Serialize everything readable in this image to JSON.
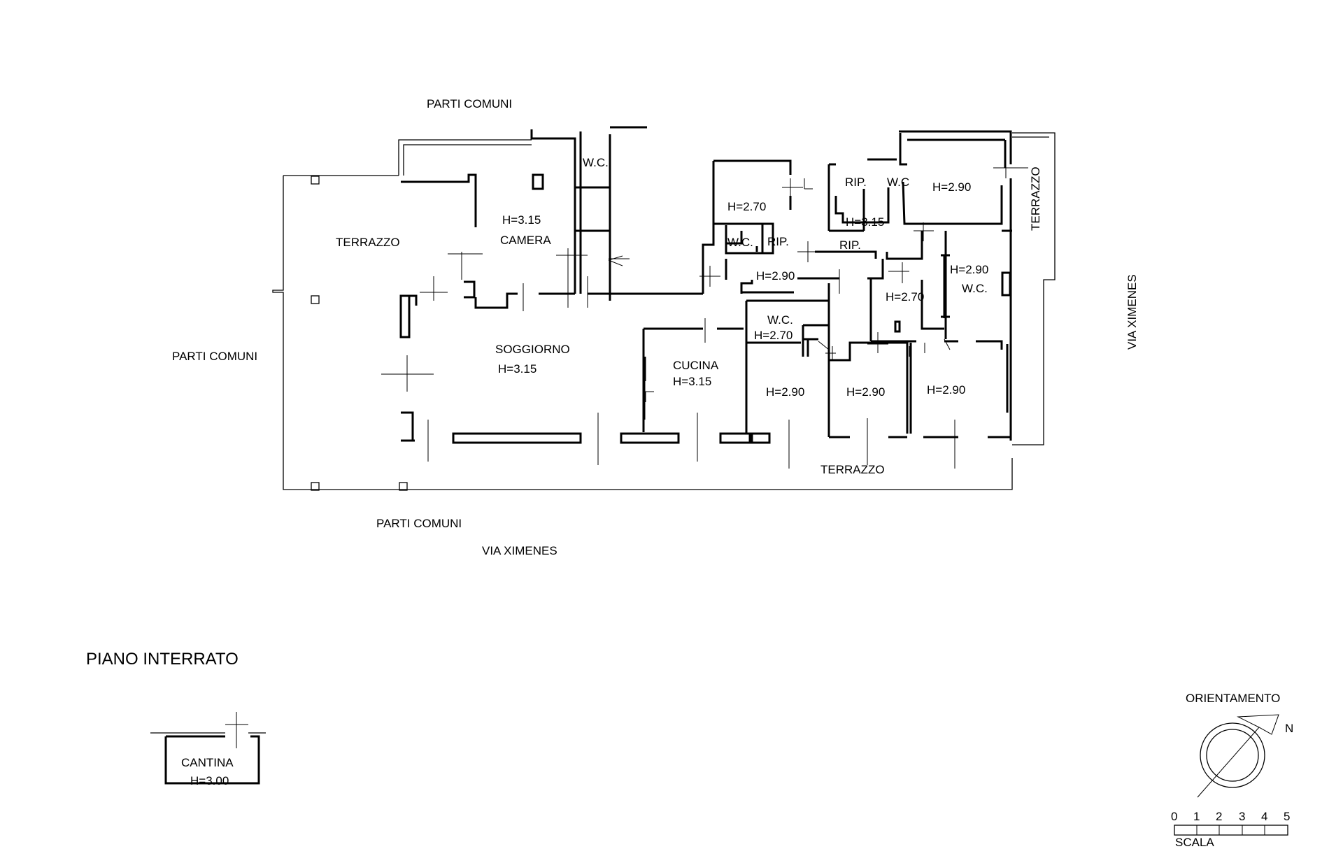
{
  "outside": {
    "top_common": "PARTI COMUNI",
    "left_common": "PARTI COMUNI",
    "bottom_common": "PARTI COMUNI",
    "street_bottom": "VIA XIMENES",
    "street_right": "VIA XIMENES"
  },
  "terraces": {
    "left": "TERRAZZO",
    "bottom": "TERRAZZO",
    "right": "TERRAZZO"
  },
  "rooms": {
    "camera_name": "CAMERA",
    "camera_height": "H=3.15",
    "wc_top": "W.C.",
    "soggiorno_name": "SOGGIORNO",
    "soggiorno_height": "H=3.15",
    "cucina_name": "CUCINA",
    "cucina_height": "H=3.15",
    "room_a_height": "H=2.70",
    "wc_a": "W.C.",
    "rip_a": "RIP.",
    "corridor_height": "H=2.90",
    "rip_b": "RIP.",
    "wc_b": "W.C",
    "small_height": "H=3.15",
    "rip_c": "RIP.",
    "room_ne_height": "H=2.90",
    "wc_c": "W.C.",
    "wc_c_height": "H=2.70",
    "room_c_height": "H=2.70",
    "wc_d_height": "H=2.90",
    "wc_d": "W.C.",
    "bed1_height": "H=2.90",
    "bed2_height": "H=2.90",
    "bed3_height": "H=2.90"
  },
  "basement": {
    "title": "PIANO INTERRATO",
    "cantina_name": "CANTINA",
    "cantina_height": "H=3.00"
  },
  "orientation": {
    "title": "ORIENTAMENTO",
    "north": "N"
  },
  "scale": {
    "ticks": [
      "0",
      "1",
      "2",
      "3",
      "4",
      "5"
    ],
    "label": "SCALA"
  }
}
